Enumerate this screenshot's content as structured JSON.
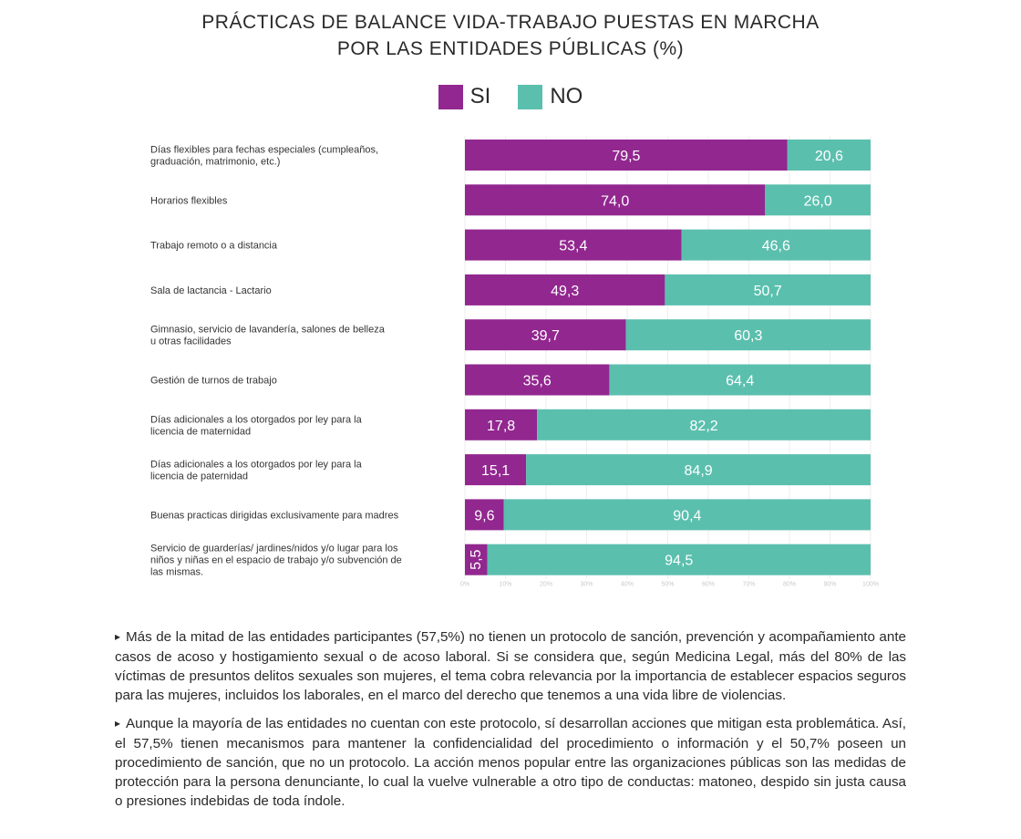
{
  "title_lines": [
    "PRÁCTICAS DE BALANCE VIDA-TRABAJO PUESTAS EN MARCHA",
    "POR LAS ENTIDADES PÚBLICAS (%)"
  ],
  "legend": [
    {
      "label": "SI",
      "color": "#92278f"
    },
    {
      "label": "NO",
      "color": "#5bbfae"
    }
  ],
  "chart_data": {
    "type": "bar",
    "orientation": "horizontal",
    "stacked": true,
    "title": "PRÁCTICAS DE BALANCE VIDA-TRABAJO PUESTAS EN MARCHA POR LAS ENTIDADES PÚBLICAS (%)",
    "legend_position": "top",
    "grid": true,
    "xlim": [
      0,
      100
    ],
    "x_ticks": [
      "0%",
      "10%",
      "20%",
      "30%",
      "40%",
      "50%",
      "60%",
      "70%",
      "80%",
      "90%",
      "100%"
    ],
    "categories": [
      [
        "Días flexibles para fechas especiales (cumpleaños,",
        "graduación, matrimonio, etc.)"
      ],
      [
        "Horarios flexibles"
      ],
      [
        "Trabajo remoto o a distancia"
      ],
      [
        "Sala de lactancia - Lactario"
      ],
      [
        "Gimnasio, servicio de lavandería, salones de belleza",
        "u otras facilidades"
      ],
      [
        "Gestión de turnos de trabajo"
      ],
      [
        "Días adicionales a los otorgados por ley para la",
        "licencia de maternidad"
      ],
      [
        "Días adicionales a los otorgados por ley para la",
        "licencia de paternidad"
      ],
      [
        "Buenas practicas dirigidas exclusivamente para madres"
      ],
      [
        "Servicio de guarderías/ jardines/nidos y/o lugar para los",
        "niños y niñas en el espacio de trabajo y/o subvención de",
        "las mismas."
      ]
    ],
    "series": [
      {
        "name": "SI",
        "color": "#92278f",
        "values": [
          79.5,
          74.0,
          53.4,
          49.3,
          39.7,
          35.6,
          17.8,
          15.1,
          9.6,
          5.5
        ],
        "labels": [
          "79,5",
          "74,0",
          "53,4",
          "49,3",
          "39,7",
          "35,6",
          "17,8",
          "15,1",
          "9,6",
          "5,5"
        ]
      },
      {
        "name": "NO",
        "color": "#5bbfae",
        "values": [
          20.6,
          26.0,
          46.6,
          50.7,
          60.3,
          64.4,
          82.2,
          84.9,
          90.4,
          94.5
        ],
        "labels": [
          "20,6",
          "26,0",
          "46,6",
          "50,7",
          "60,3",
          "64,4",
          "82,2",
          "84,9",
          "90,4",
          "94,5"
        ]
      }
    ]
  },
  "notes": [
    "Más de la mitad de las entidades participantes (57,5%) no tienen un protocolo de sanción, prevención y acompañamiento ante casos de acoso y hostigamiento sexual o de acoso laboral. Si se considera que, según Medicina Legal, más del 80% de las víctimas de presuntos delitos sexuales son mujeres, el tema cobra relevancia por la importancia de establecer espacios seguros para las mujeres, incluidos los laborales, en el marco del derecho que tenemos a una vida libre de violencias.",
    "Aunque la mayoría de las entidades no cuentan con este protocolo, sí desarrollan acciones que mitigan esta problemática. Así, el 57,5% tienen mecanismos para mantener la confidencialidad del procedimiento o información y el 50,7% poseen un procedimiento de sanción, que no un protocolo. La acción menos popular entre las organizaciones públicas son las medidas de protección para la persona denunciante, lo cual la vuelve vulnerable a otro tipo de conductas: matoneo, despido sin justa causa o presiones indebidas de toda índole."
  ],
  "bullet_glyph": "▸"
}
